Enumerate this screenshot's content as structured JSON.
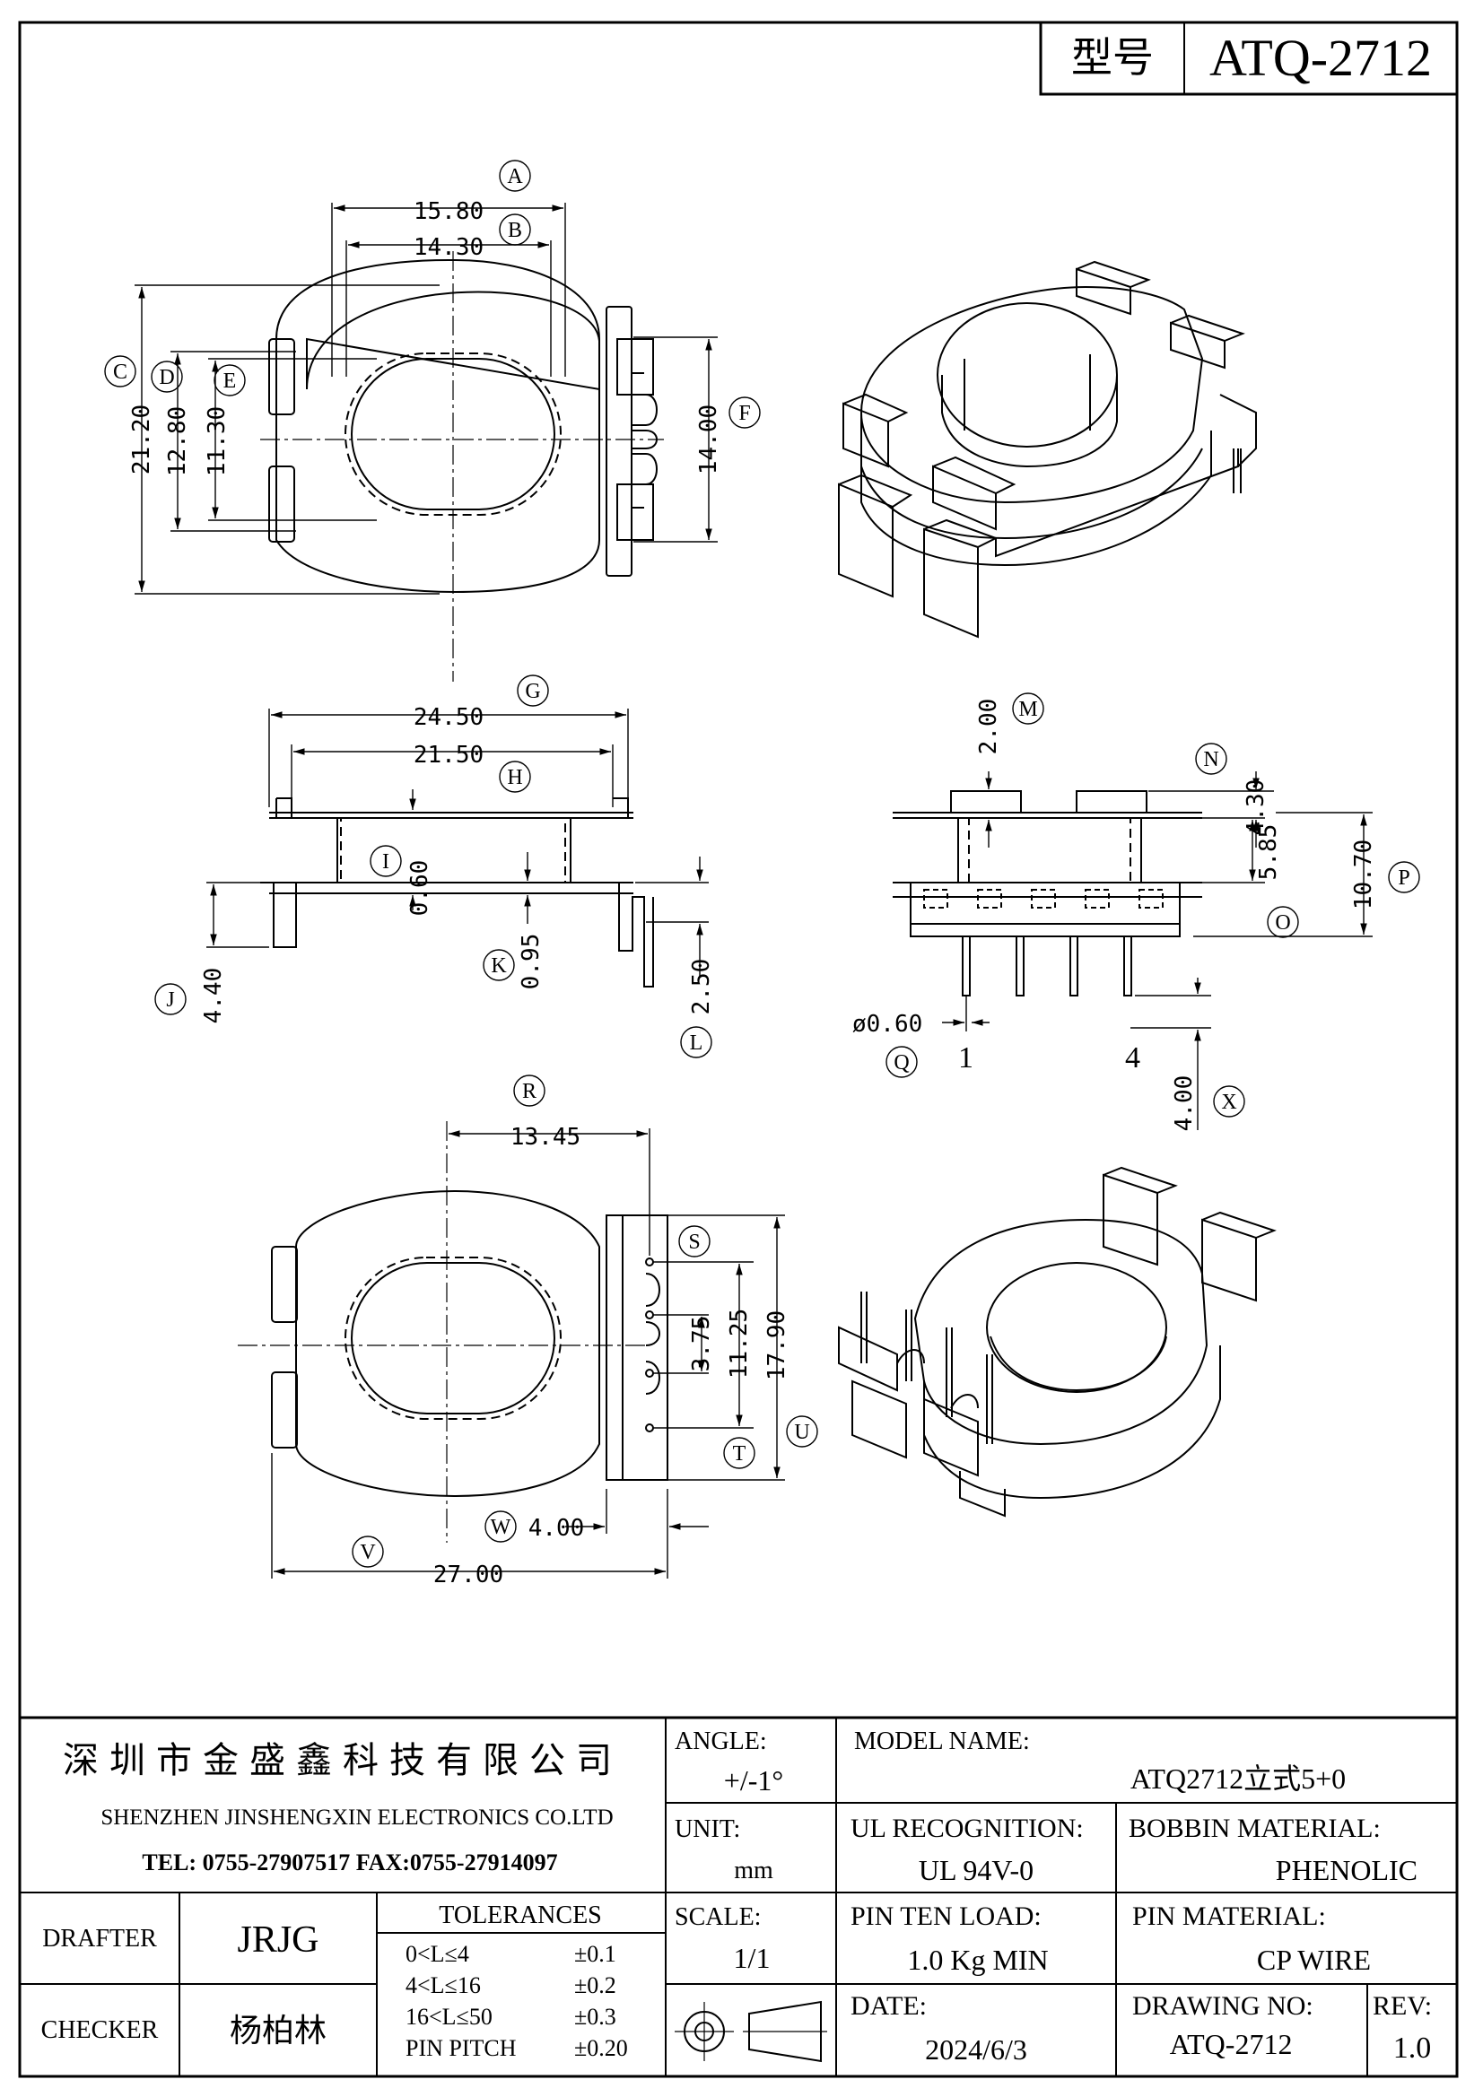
{
  "header": {
    "model_label": "型号",
    "model_value": "ATQ-2712"
  },
  "dimensions": {
    "A": {
      "label": "A",
      "value": "15.80"
    },
    "B": {
      "label": "B",
      "value": "14.30"
    },
    "C": {
      "label": "C",
      "value": "21.20"
    },
    "D": {
      "label": "D",
      "value": "12.80"
    },
    "E": {
      "label": "E",
      "value": "11.30"
    },
    "F": {
      "label": "F",
      "value": "14.00"
    },
    "G": {
      "label": "G",
      "value": "24.50"
    },
    "H": {
      "label": "H",
      "value": "21.50"
    },
    "I": {
      "label": "I",
      "value": "0.60"
    },
    "J": {
      "label": "J",
      "value": "4.40"
    },
    "K": {
      "label": "K",
      "value": "0.95"
    },
    "L": {
      "label": "L",
      "value": "2.50"
    },
    "M": {
      "label": "M",
      "value": "2.00"
    },
    "N": {
      "label": "N",
      "value": "4.30"
    },
    "O": {
      "label": "O",
      "value": "5.85"
    },
    "P": {
      "label": "P",
      "value": "10.70"
    },
    "Q": {
      "label": "Q",
      "value": "ø0.60"
    },
    "X": {
      "label": "X",
      "value": "4.00"
    },
    "R": {
      "label": "R",
      "value": "13.45"
    },
    "S": {
      "label": "S",
      "value": "3.75"
    },
    "T": {
      "label": "T",
      "value": "11.25"
    },
    "U": {
      "label": "U",
      "value": "17.90"
    },
    "V": {
      "label": "V",
      "value": "27.00"
    },
    "W": {
      "label": "W",
      "value": "4.00"
    }
  },
  "pins": {
    "first": "1",
    "last": "4"
  },
  "title_block": {
    "company_cn": "深圳市金盛鑫科技有限公司",
    "company_en": "SHENZHEN JINSHENGXIN ELECTRONICS CO.LTD",
    "contact": "TEL: 0755-27907517  FAX:0755-27914097",
    "angle_label": "ANGLE:",
    "angle_value": "+/-1°",
    "model_name_label": "MODEL NAME:",
    "model_name_value": "ATQ2712立式5+0",
    "unit_label": "UNIT:",
    "unit_value": "mm",
    "ul_label": "UL RECOGNITION:",
    "ul_value": "UL 94V-0",
    "bobbin_label": "BOBBIN MATERIAL:",
    "bobbin_value": "PHENOLIC",
    "drafter_label": "DRAFTER",
    "drafter_value": "JRJG",
    "tolerances_label": "TOLERANCES",
    "tolerances": [
      {
        "range": "0<L≤4",
        "tol": "±0.1"
      },
      {
        "range": "4<L≤16",
        "tol": "±0.2"
      },
      {
        "range": "16<L≤50",
        "tol": "±0.3"
      },
      {
        "range": "PIN PITCH",
        "tol": "±0.20"
      }
    ],
    "scale_label": "SCALE:",
    "scale_value": "1/1",
    "pin_load_label": "PIN TEN LOAD:",
    "pin_load_value": "1.0 Kg MIN",
    "pin_material_label": "PIN MATERIAL:",
    "pin_material_value": "CP WIRE",
    "checker_label": "CHECKER",
    "checker_value": "杨柏林",
    "date_label": "DATE:",
    "date_value": "2024/6/3",
    "drawing_no_label": "DRAWING NO:",
    "drawing_no_value": "ATQ-2712",
    "rev_label": "REV:",
    "rev_value": "1.0"
  }
}
